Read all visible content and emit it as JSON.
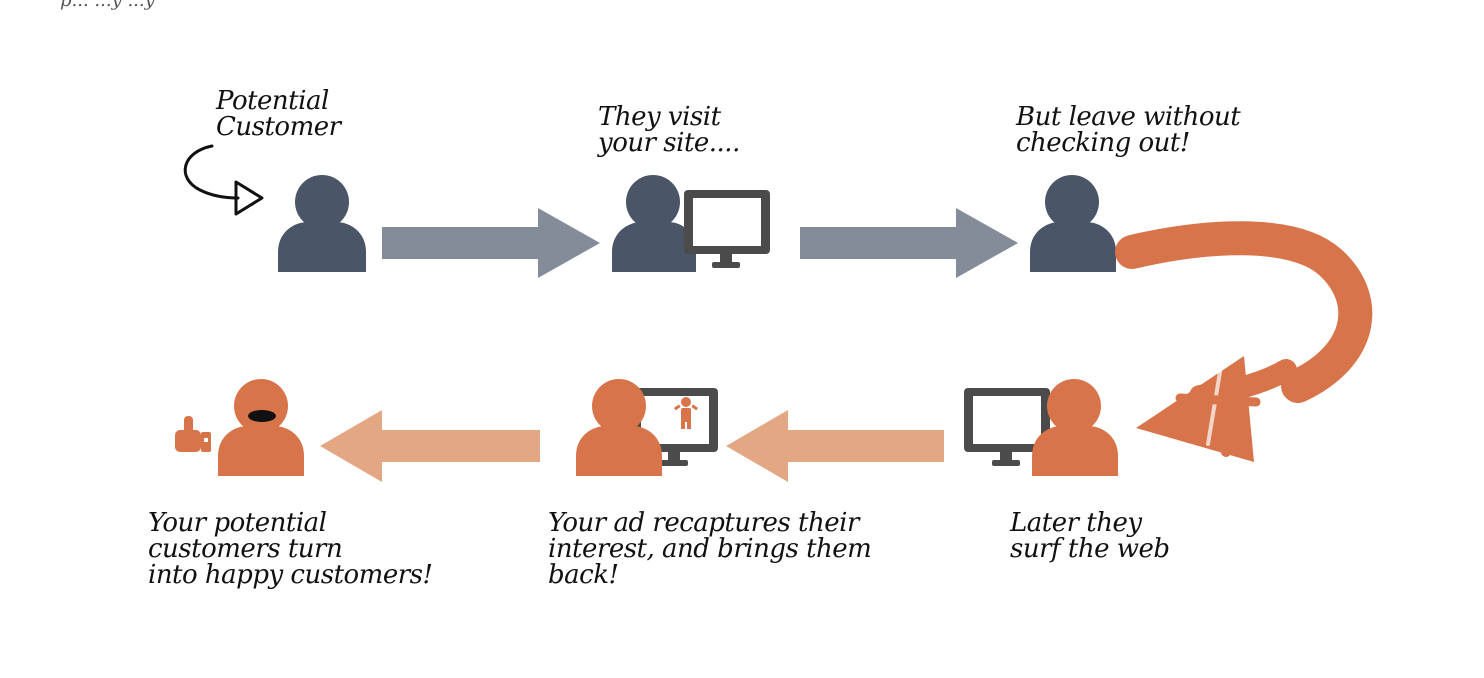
{
  "colors": {
    "slate": "#4a5568",
    "slate_arrow": "#858c99",
    "orange": "#d8744a",
    "orange_arrow": "#e3a784",
    "monitor": "#4b4b4b",
    "ink": "#111111"
  },
  "top_clipped_text": "p... ...y ...y",
  "steps": [
    {
      "id": "potential-customer",
      "lines": [
        "Potential",
        "Customer"
      ]
    },
    {
      "id": "visit-site",
      "lines": [
        "They visit",
        "your site...."
      ]
    },
    {
      "id": "leave-without-checkout",
      "lines": [
        "But leave without",
        "checking out!"
      ]
    },
    {
      "id": "surf-web",
      "lines": [
        "Later they",
        "surf the web"
      ]
    },
    {
      "id": "ad-recaptures",
      "lines": [
        "Your ad recaptures their",
        "interest, and brings them",
        "back!"
      ]
    },
    {
      "id": "happy-customers",
      "lines": [
        "Your potential",
        "customers turn",
        "into happy customers!"
      ]
    }
  ],
  "icons": {
    "curved_pointer": "curved-arrow-icon",
    "person": "person-icon",
    "monitor": "monitor-icon",
    "thumbs_up": "thumbs-up-icon",
    "brush_arrow": "brush-stroke-arrow-icon",
    "child": "child-figure-icon"
  }
}
